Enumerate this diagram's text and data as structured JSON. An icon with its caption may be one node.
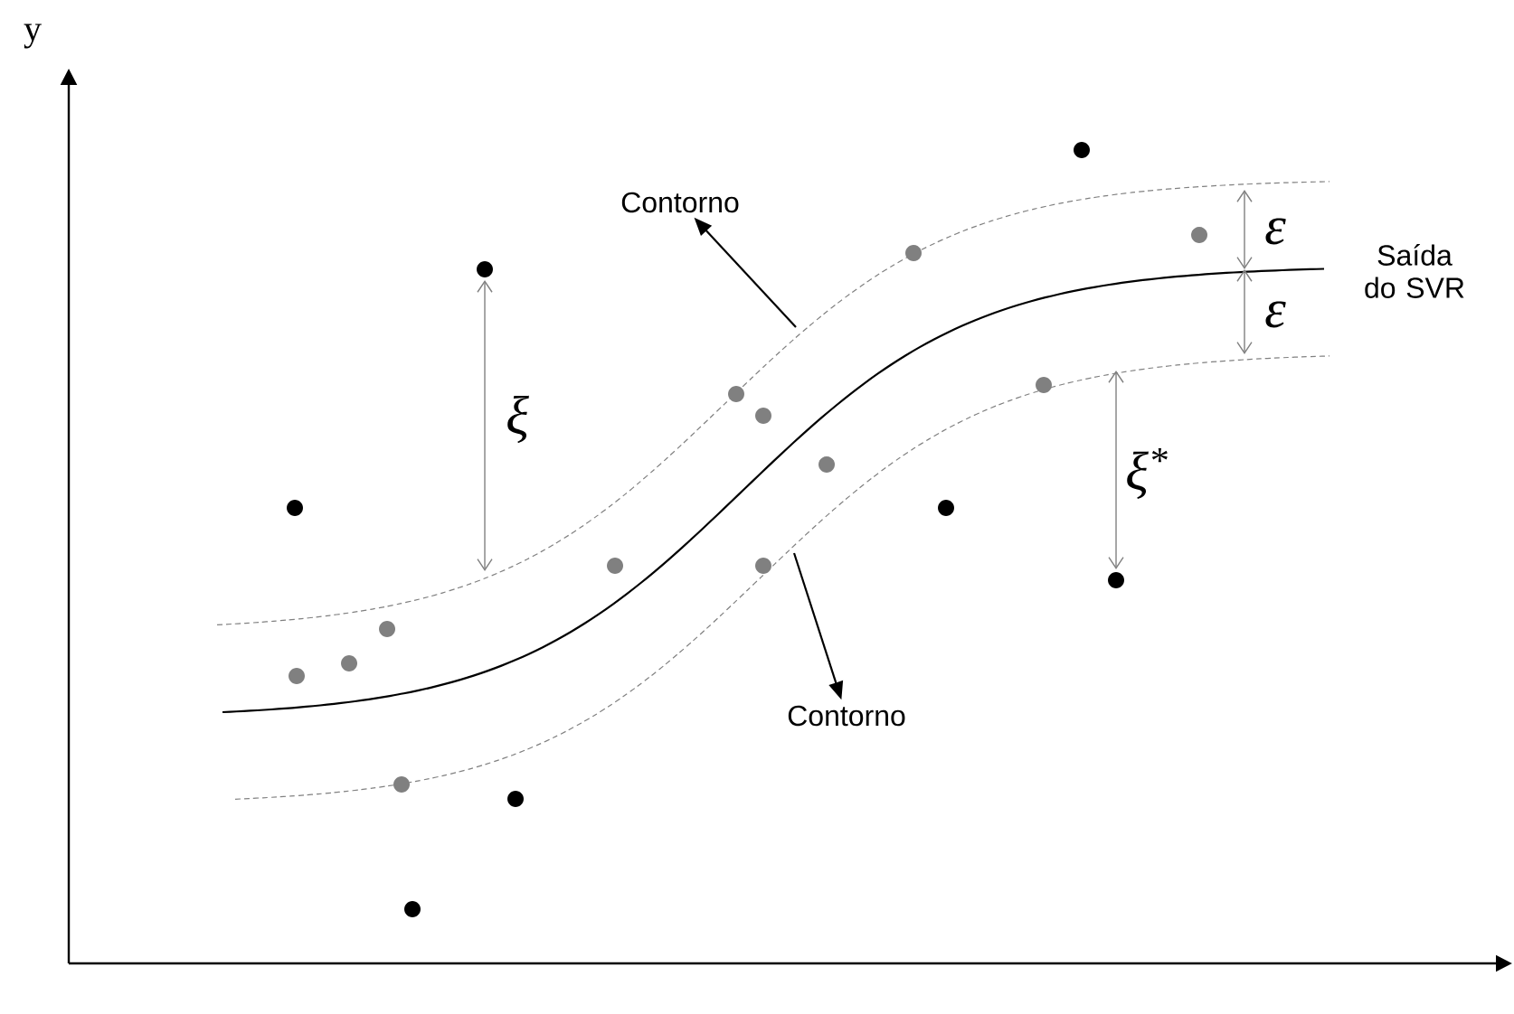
{
  "diagram": {
    "nodes": [
      {
        "text": [
          "Contorno"
        ]
      },
      {
        "text": [
          "Contorno"
        ]
      }
    ],
    "edges": [
      {
        "from": null,
        "to": 0,
        "arrow": "to"
      },
      {
        "from": null,
        "to": 1,
        "arrow": "to"
      }
    ],
    "labels": [
      "y",
      "ξ",
      "ε",
      "ε",
      "ξ$^{*}$",
      "Saída do SVR"
    ]
  }
}
